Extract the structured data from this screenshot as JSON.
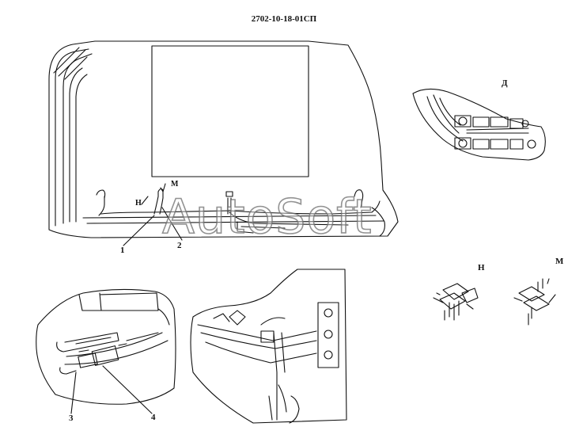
{
  "title": "2702-10-18-01СП",
  "watermark": "AutoSoft",
  "labels": {
    "view_d": "Д",
    "view_n": "Н",
    "view_m": "М",
    "n_main": "Н",
    "m_main": "М",
    "callout_1": "1",
    "callout_2": "2",
    "callout_3": "3",
    "callout_4": "4"
  },
  "colors": {
    "line": "#111111",
    "background": "#ffffff"
  }
}
